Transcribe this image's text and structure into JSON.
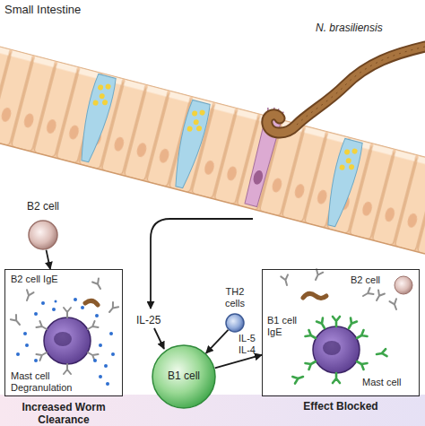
{
  "diagram": {
    "nodes": [
      {
        "text": [
          "B2 cell"
        ]
      },
      {
        "text": [
          "B2 cell IgE",
          "Mast cell Degranulation",
          "Increased Worm Clearance"
        ]
      },
      {
        "text": [
          "TH2 cells"
        ]
      },
      {
        "text": [
          "B1 cell"
        ]
      },
      {
        "text": [
          "B2 cell",
          "B1 cell IgE",
          "Mast cell",
          "Effect Blocked"
        ]
      }
    ],
    "edges": [
      {
        "from": 0,
        "to": 1,
        "arrow": "to"
      },
      {
        "from": 2,
        "to": 3,
        "arrow": "to"
      },
      {
        "from": 3,
        "to": 4,
        "arrow": "to"
      }
    ],
    "labels": [
      "Small Intestine",
      "N. brasiliensis",
      "IL-25",
      "IL-5",
      "IL-4"
    ]
  }
}
